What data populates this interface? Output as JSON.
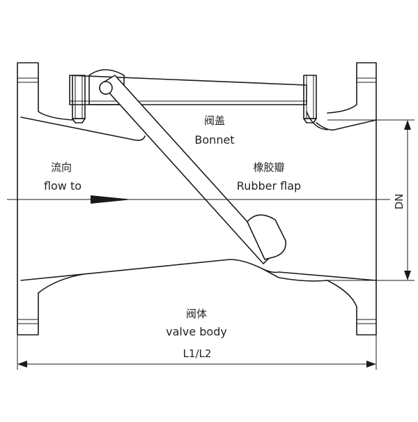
{
  "labels": {
    "bonnet_cn": "阀盖",
    "bonnet_en": "Bonnet",
    "flap_cn": "橡胶瓣",
    "flap_en": "Rubber flap",
    "flow_cn": "流向",
    "flow_en": "flow to",
    "body_cn": "阀体",
    "body_en": "valve body",
    "dn": "DN",
    "length": "L1/L2"
  },
  "colors": {
    "line": "#1a1a1a",
    "background": "#ffffff"
  }
}
